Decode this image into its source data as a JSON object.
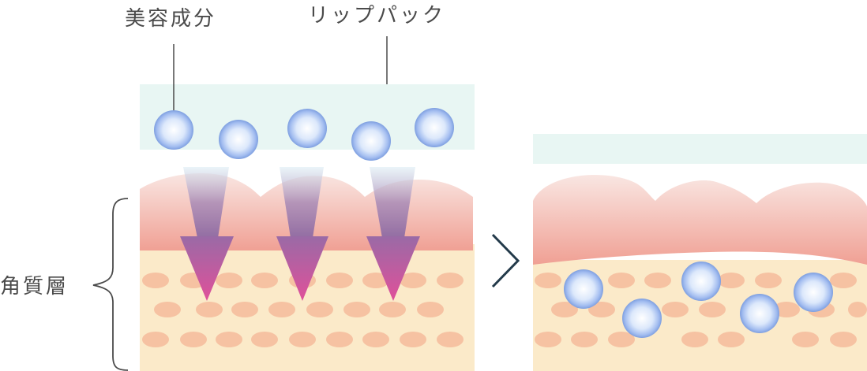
{
  "labels": {
    "ingredient": "美容成分",
    "lip_pack": "リップパック",
    "stratum_corneum": "角質層"
  },
  "colors": {
    "pack": "#e8f6f3",
    "skin_top": "#f7dcd7",
    "skin_bottom": "#f0a090",
    "corneum": "#fbeac9",
    "cell": "#f6c2a2",
    "arrow": "#9a6aa0",
    "arrow_tip": "#e0589a",
    "sphere_edge": "#7d9ee0",
    "line": "#4a4a4a",
    "chevron": "#233a4a"
  },
  "icons": {
    "transition": "chevron-right-icon",
    "bracket": "curly-brace-icon"
  }
}
